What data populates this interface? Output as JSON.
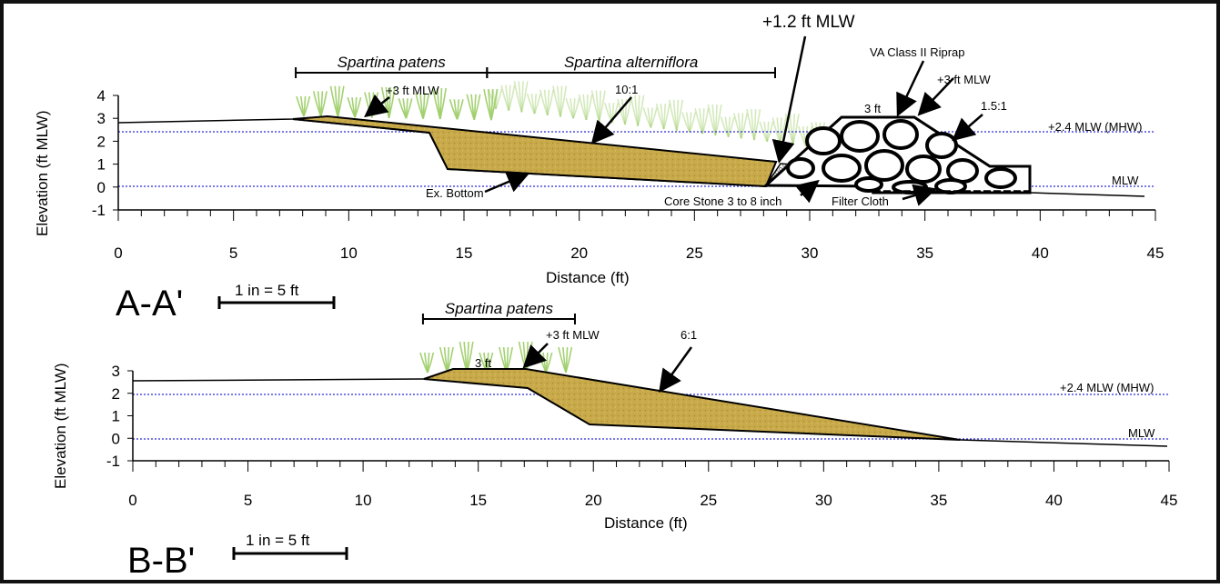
{
  "colors": {
    "fill_sand": "#c8aa4a",
    "water_line": "#2b2bd6",
    "grass": "#9fcf6a",
    "outline": "#000000",
    "frame": "#111111"
  },
  "section_a": {
    "label": "A-A'",
    "scale_label": "1 in = 5 ft",
    "y_axis_label": "Elevation (ft MLW)",
    "x_axis_label": "Distance (ft)",
    "x_ticks": [
      "0",
      "5",
      "10",
      "15",
      "20",
      "25",
      "30",
      "35",
      "40",
      "45"
    ],
    "y_ticks": [
      "4",
      "3",
      "2",
      "1",
      "0",
      "-1"
    ],
    "xlim": [
      0,
      45
    ],
    "ylim": [
      -1,
      4
    ],
    "mhw_elevation": 2.4,
    "mhw_label": "+2.4 MLW (MHW)",
    "mlw_elevation": 0,
    "mlw_label": "MLW",
    "species_bar": [
      {
        "label": "Spartina patens",
        "from_ft": 7.7,
        "to_ft": 16
      },
      {
        "label": "Spartina alterniflora",
        "from_ft": 16,
        "to_ft": 28.5
      }
    ],
    "annotations": {
      "crest_top": "+1.2 ft MLW",
      "riprap": "VA Class II Riprap",
      "riprap_crest": "+3 ft MLW",
      "riprap_width": "3 ft",
      "riprap_slope": "1.5:1",
      "marsh_crest": "+3 ft MLW",
      "marsh_slope": "10:1",
      "existing_bottom": "Ex. Bottom",
      "core_stone": "Core Stone 3 to 8 inch",
      "filter_cloth": "Filter Cloth"
    },
    "profile": {
      "existing_grade": [
        [
          0,
          2.75
        ],
        [
          7.6,
          2.8
        ],
        [
          27,
          0.95
        ],
        [
          45,
          -0.4
        ]
      ],
      "marsh_fill": [
        [
          7.6,
          2.8
        ],
        [
          13.4,
          2.3
        ],
        [
          14.3,
          0.8
        ],
        [
          27,
          0.1
        ],
        [
          29,
          0.1
        ],
        [
          27,
          0.95
        ]
      ],
      "core_stone": [
        [
          27,
          0.05
        ],
        [
          28.7,
          1.25
        ],
        [
          32.5,
          0.95
        ],
        [
          32.5,
          0.05
        ]
      ],
      "riprap": [
        [
          28.7,
          1.25
        ],
        [
          31.3,
          3
        ],
        [
          34.3,
          3
        ],
        [
          37.6,
          0.9
        ],
        [
          39.3,
          0.9
        ],
        [
          39.3,
          -0.35
        ],
        [
          32.5,
          -0.2
        ],
        [
          28.7,
          0.05
        ]
      ]
    }
  },
  "section_b": {
    "label": "B-B'",
    "scale_label": "1 in = 5 ft",
    "y_axis_label": "Elevation (ft MLW)",
    "x_axis_label": "Distance (ft)",
    "x_ticks": [
      "0",
      "5",
      "10",
      "15",
      "20",
      "25",
      "30",
      "35",
      "40",
      "45"
    ],
    "y_ticks": [
      "3",
      "2",
      "1",
      "0",
      "-1"
    ],
    "xlim": [
      0,
      45
    ],
    "ylim": [
      -1,
      3
    ],
    "mhw_elevation": 2.4,
    "mhw_label": "+2.4 MLW (MHW)",
    "mlw_elevation": 0,
    "mlw_label": "MLW",
    "species_bar": [
      {
        "label": "Spartina patens",
        "from_ft": 12.6,
        "to_ft": 19.2
      }
    ],
    "annotations": {
      "marsh_crest": "+3 ft MLW",
      "crest_width": "3 ft",
      "marsh_slope": "6:1"
    },
    "profile": {
      "existing_grade": [
        [
          0,
          2.6
        ],
        [
          12.7,
          2.65
        ],
        [
          35.8,
          -0.05
        ],
        [
          45,
          -0.3
        ]
      ],
      "marsh_fill": [
        [
          12.7,
          2.65
        ],
        [
          14,
          3
        ],
        [
          17.1,
          3
        ],
        [
          35.8,
          -0.05
        ],
        [
          19.8,
          0.65
        ],
        [
          17.1,
          2.2
        ]
      ]
    }
  }
}
